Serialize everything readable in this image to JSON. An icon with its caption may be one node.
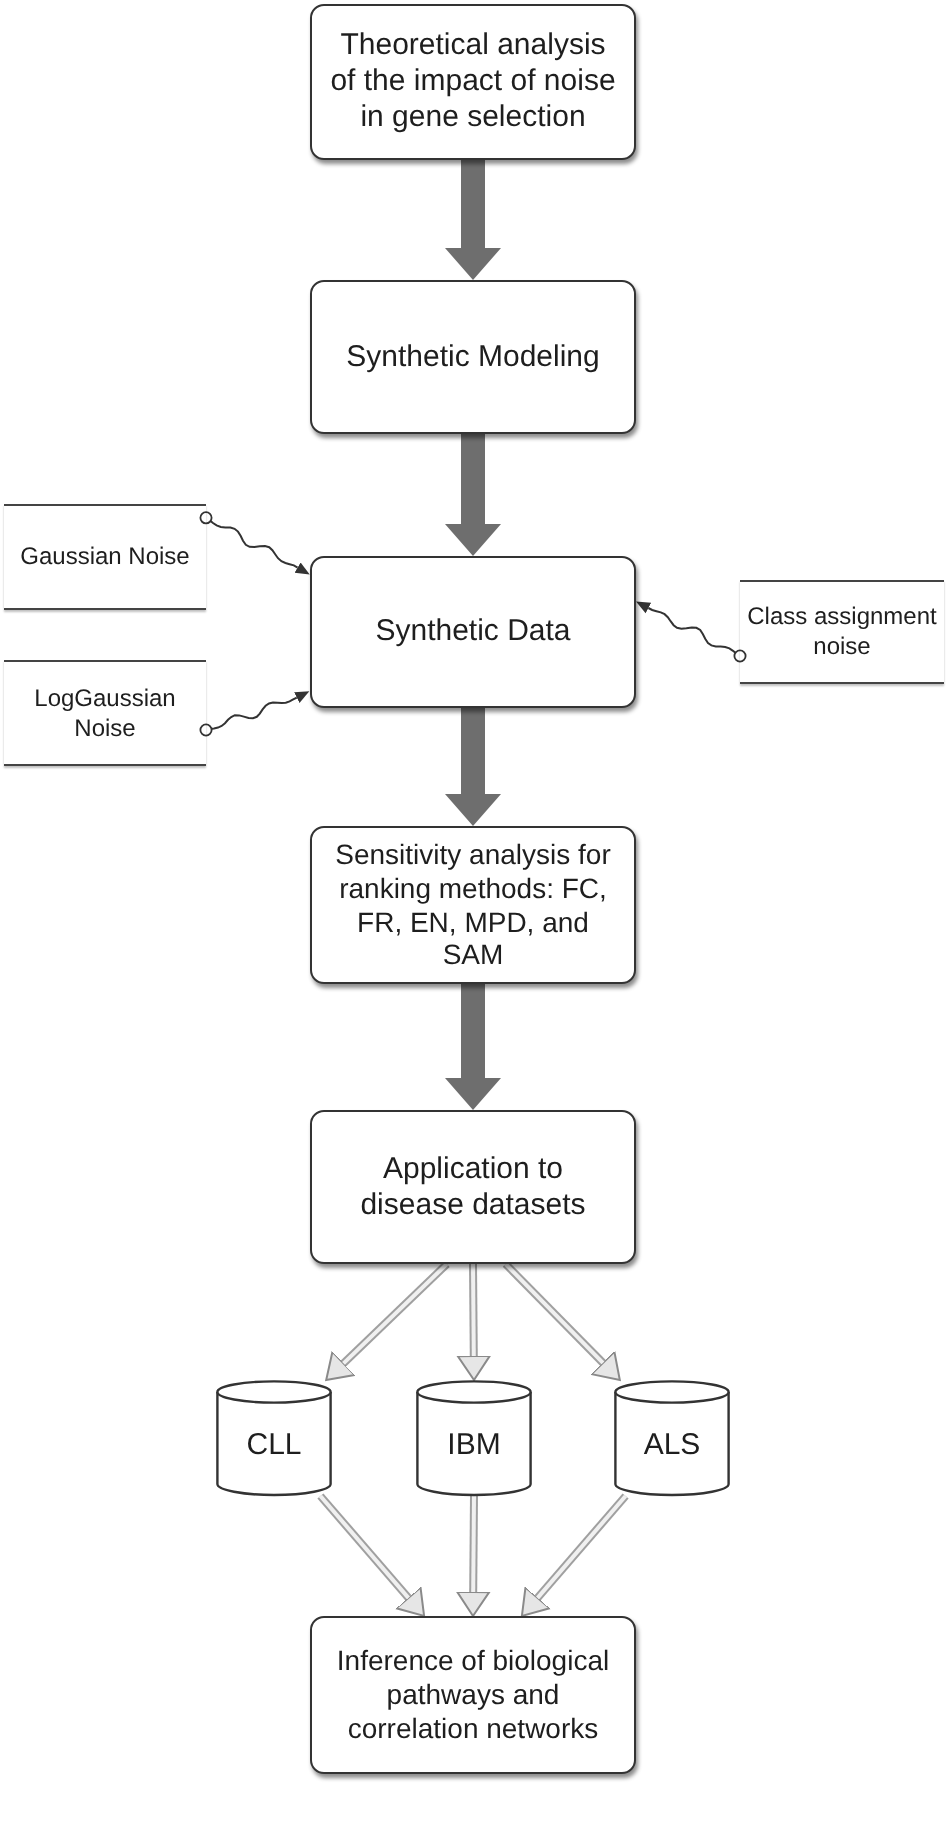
{
  "diagram": {
    "nodes": [
      {
        "text": [
          "Theoretical analysis of the impact of noise in gene selection"
        ]
      },
      {
        "text": [
          "Synthetic Modeling"
        ]
      },
      {
        "text": [
          "Gaussian  Noise"
        ]
      },
      {
        "text": [
          "LogGaussian Noise"
        ]
      },
      {
        "text": [
          "Synthetic Data"
        ]
      },
      {
        "text": [
          "Class assignment noise"
        ]
      },
      {
        "text": [
          "Sensitivity analysis for ranking methods: FC, FR, EN, MPD, and SAM"
        ]
      },
      {
        "text": [
          "Application to disease datasets"
        ]
      },
      {
        "text": [
          "CLL"
        ]
      },
      {
        "text": [
          "IBM"
        ]
      },
      {
        "text": [
          "ALS"
        ]
      },
      {
        "text": [
          "Inference of biological pathways and correlation networks"
        ]
      }
    ],
    "edges": [
      {
        "from": 0,
        "to": 1,
        "arrow": "to",
        "style": "thick",
        "color": "#6e6e6e"
      },
      {
        "from": 1,
        "to": 4,
        "arrow": "to",
        "style": "thick",
        "color": "#6e6e6e"
      },
      {
        "from": 2,
        "to": 4,
        "arrow": "to",
        "color": "#333333"
      },
      {
        "from": 3,
        "to": 4,
        "arrow": "to",
        "color": "#333333"
      },
      {
        "from": 5,
        "to": 4,
        "arrow": "to",
        "color": "#333333"
      },
      {
        "from": 4,
        "to": 6,
        "arrow": "to",
        "style": "thick",
        "color": "#6e6e6e"
      },
      {
        "from": 6,
        "to": 7,
        "arrow": "to",
        "style": "thick",
        "color": "#6e6e6e"
      },
      {
        "from": 7,
        "to": 8,
        "arrow": "to"
      },
      {
        "from": 7,
        "to": 9,
        "arrow": "to"
      },
      {
        "from": 7,
        "to": 10,
        "arrow": "to"
      },
      {
        "from": 8,
        "to": 11,
        "arrow": "to"
      },
      {
        "from": 9,
        "to": 11,
        "arrow": "to"
      },
      {
        "from": 10,
        "to": 11,
        "arrow": "to"
      }
    ]
  }
}
